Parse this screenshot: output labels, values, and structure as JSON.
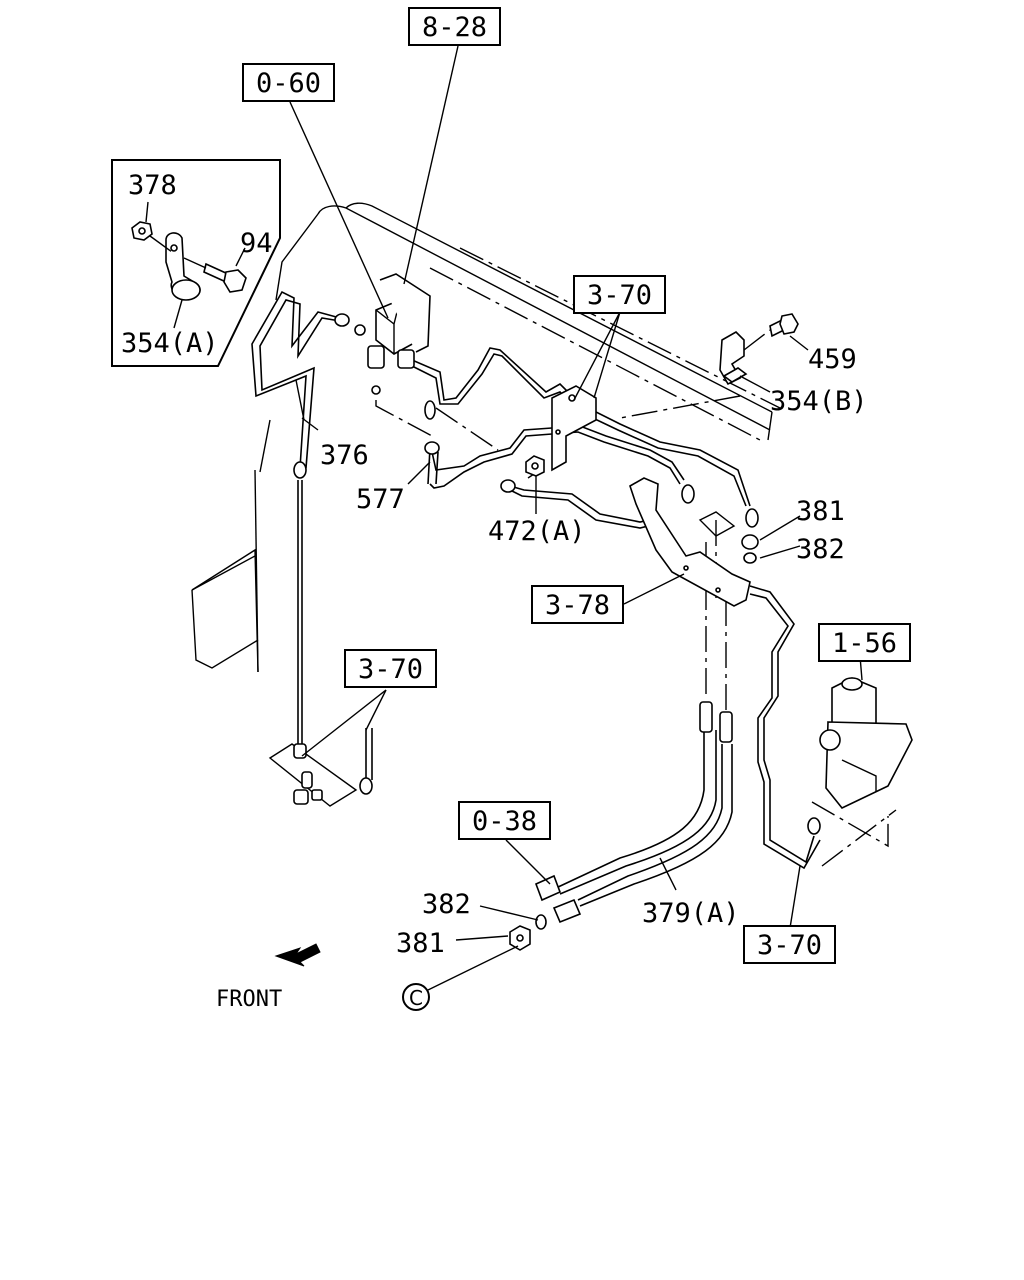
{
  "refs": {
    "r_8_28": "8-28",
    "r_0_60": "0-60",
    "r_3_70_top": "3-70",
    "r_3_78": "3-78",
    "r_3_70_left": "3-70",
    "r_1_56": "1-56",
    "r_0_38": "0-38",
    "r_3_70_bottom": "3-70"
  },
  "parts": {
    "p378": "378",
    "p94": "94",
    "p354a": "354(A)",
    "p459": "459",
    "p354b": "354(B)",
    "p376": "376",
    "p577": "577",
    "p472a": "472(A)",
    "p381_right": "381",
    "p382_right": "382",
    "p382_left": "382",
    "p381_left": "381",
    "p379a": "379(A)"
  },
  "circle_marker": "C",
  "front_label": "FRONT"
}
